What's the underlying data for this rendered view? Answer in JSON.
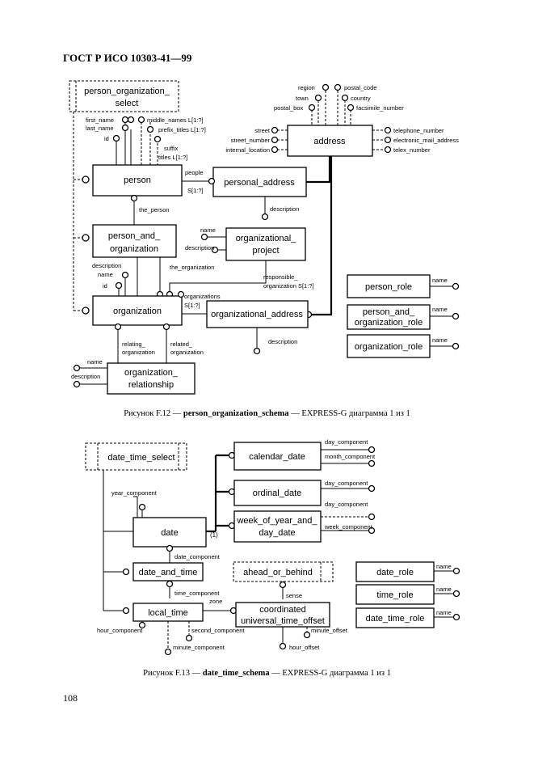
{
  "header": "ГОСТ Р ИСО 10303-41—99",
  "page_number": "108",
  "fig12": {
    "caption_prefix": "Рисунок F.12 —",
    "caption_schema": "person_organization_schema",
    "caption_suffix": "— EXPRESS-G диаграмма 1 из 1",
    "select_l1": "person_organization_",
    "select_l2": "select",
    "person": "person",
    "personal_address": "personal_address",
    "address": "address",
    "pao_l1": "person_and_",
    "pao_l2": "organization",
    "op_l1": "organizational_",
    "op_l2": "project",
    "organization": "organization",
    "org_address": "organizational_address",
    "orgrel_l1": "organization_",
    "orgrel_l2": "relationship",
    "person_role": "person_role",
    "paor_l1": "person_and_",
    "paor_l2": "organization_role",
    "organization_role": "organization_role",
    "a_first_name": "first_name",
    "a_last_name": "last_name",
    "a_id": "id",
    "a_middle_names": "middle_names L[1:?]",
    "a_prefix_titles": "prefix_titles L[1:?]",
    "a_suffix": "suffix",
    "a_suffix_titles": "titles L[1:?]",
    "a_region": "region",
    "a_postal_code": "postal_code",
    "a_town": "town",
    "a_country": "country",
    "a_postal_box": "postal_box",
    "a_facsimile": "facsimile_number",
    "a_street": "street",
    "a_street_number": "street_number",
    "a_internal_location": "internal_location",
    "a_telephone": "telephone_number",
    "a_email": "electronic_mail_address",
    "a_telex": "telex_number",
    "a_people": "people",
    "a_people_card": "S[1:?]",
    "a_description_pa": "description",
    "a_the_person": "the_person",
    "a_name_op": "name",
    "a_description_op": "description",
    "a_the_organization": "the_organization",
    "a_description_org": "description",
    "a_name_org": "name",
    "a_id_org": "id",
    "a_responsible_l1": "responsible_",
    "a_responsible_l2": "organization S[1:?]",
    "a_organizations": "organizations",
    "a_organizations_card": "S[1:?]",
    "a_description_oa": "description",
    "a_relating_l1": "relating_",
    "a_relating_l2": "organization",
    "a_related_l1": "related_",
    "a_related_l2": "organization",
    "a_name_rel": "name",
    "a_description_rel": "description",
    "a_name_pr": "name",
    "a_name_paor": "name",
    "a_name_or": "name"
  },
  "fig13": {
    "caption_prefix": "Рисунок F.13 —",
    "caption_schema": "date_time_schema",
    "caption_suffix": "— EXPRESS-G диаграмма 1 из 1",
    "date_time_select": "date_time_select",
    "calendar_date": "calendar_date",
    "ordinal_date": "ordinal_date",
    "wyd_l1": "week_of_year_and_",
    "wyd_l2": "day_date",
    "date": "date",
    "one_of": "(1)",
    "date_and_time": "date_and_time",
    "ahead_or_behind": "ahead_or_behind",
    "local_time": "local_time",
    "cuto_l1": "coordinated",
    "cuto_l2": "universal_time_offset",
    "date_role": "date_role",
    "time_role": "time_role",
    "date_time_role": "date_time_role",
    "a_cd_day": "day_component",
    "a_cd_month": "month_component",
    "a_od_day": "day_component",
    "a_wd_day": "day_component",
    "a_wd_week": "week_component",
    "a_year": "year_component",
    "a_date_component": "date_component",
    "a_time_component": "time_component",
    "a_zone": "zone",
    "a_sense": "sense",
    "a_hour": "hour_component",
    "a_second": "second_component",
    "a_minute": "minute_component",
    "a_minute_offset": "minute_offset",
    "a_hour_offset": "hour_offset",
    "a_name_dr": "name",
    "a_name_tr": "name",
    "a_name_dtr": "name"
  }
}
